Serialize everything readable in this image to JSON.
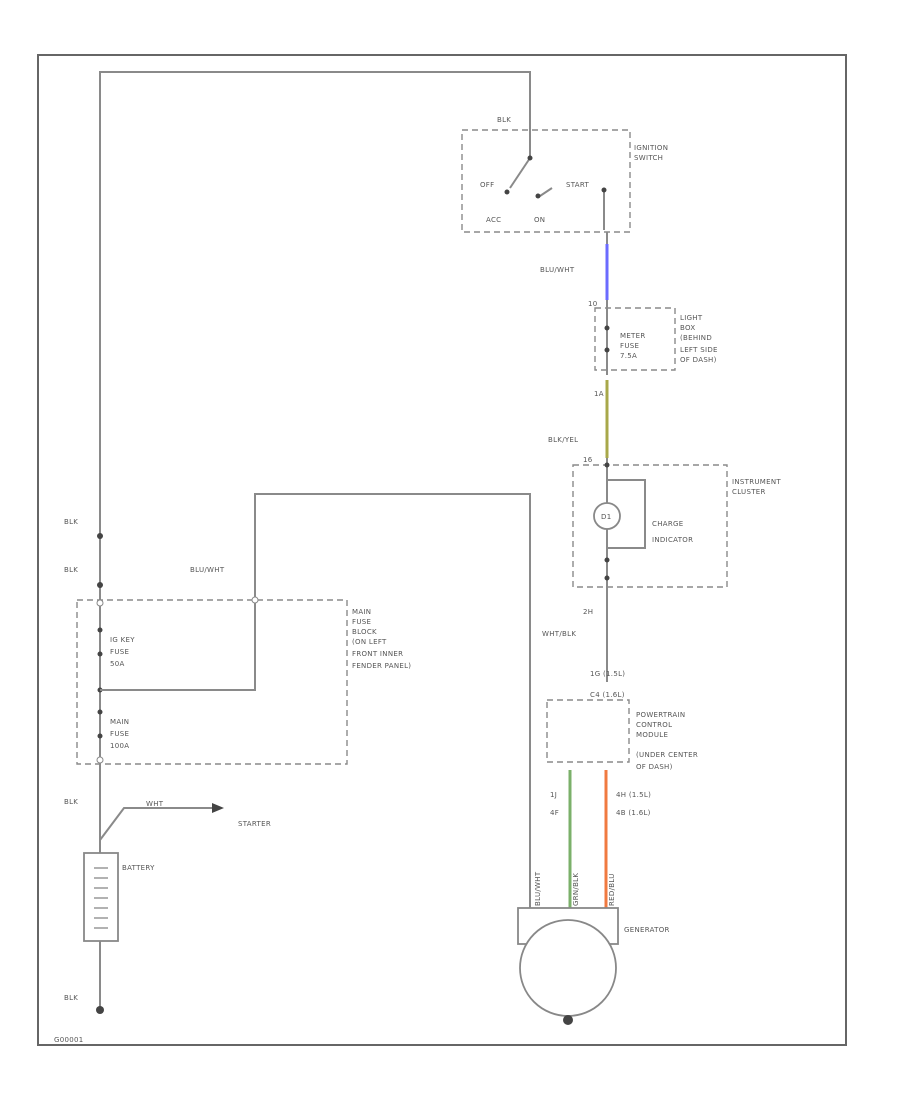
{
  "wire_colors": {
    "blu_wht": "#6b6bff",
    "blk_yel": "#a8a84a",
    "grn_wire": "#7bb06a",
    "red_wire": "#f07a40",
    "gray": "#8a8a8a"
  },
  "labels": {
    "blk_top": "BLK",
    "ign_title1": "IGNITION",
    "ign_title2": "SWITCH",
    "off": "OFF",
    "start": "START",
    "acc": "ACC",
    "on": "ON",
    "blu_wht_top": "BLU/WHT",
    "meter_fuse_num": "10",
    "meter1": "METER",
    "meter2": "FUSE",
    "meter3": "7.5A",
    "box_a1": "LIGHT",
    "box_a2": "BOX",
    "box_a3": "(BEHIND",
    "box_a4": "LEFT SIDE",
    "box_a5": "OF DASH)",
    "fuse_pin": "1A",
    "blk_yel": "BLK/YEL",
    "cluster_pin_top": "16",
    "cluster1": "INSTRUMENT",
    "cluster2": "CLUSTER",
    "charge1": "CHARGE",
    "charge2": "INDICATOR",
    "cluster_pin_bot": "2H",
    "wht_blk": "WHT/BLK",
    "pcm_pin_top": "1G (1.5L)",
    "pcm_pin_top2": "C4 (1.6L)",
    "pcm1": "POWERTRAIN",
    "pcm2": "CONTROL",
    "pcm3": "MODULE",
    "pcm4": "(UNDER CENTER",
    "pcm5": "OF DASH)",
    "pcm_pin_a": "1J",
    "pcm_pin_b": "4F",
    "pcm_pin_c": "4H (1.5L)",
    "pcm_pin_d": "4B (1.6L)",
    "blk_left1": "BLK",
    "blk_left2": "BLK",
    "blu_wht_mid": "BLU/WHT",
    "mainfuse1": "MAIN",
    "mainfuse2": "FUSE",
    "mainfuse3": "BLOCK",
    "mainfuse4": "(ON LEFT",
    "mainfuse5": "FRONT INNER",
    "mainfuse6": "FENDER PANEL)",
    "ig_fuse1": "IG KEY",
    "ig_fuse2": "FUSE",
    "ig_fuse3": "50A",
    "main_fuse1": "MAIN",
    "main_fuse2": "FUSE",
    "main_fuse3": "100A",
    "blk_batt": "BLK",
    "wht_starter": "WHT",
    "starter": "STARTER",
    "battery": "BATTERY",
    "blk_ground": "BLK",
    "generator": "GENERATOR",
    "wire_gen1": "BLU/WHT",
    "wire_gen2": "GRN/BLK",
    "wire_gen3": "RED/BLU",
    "figure_id": "G00001"
  }
}
